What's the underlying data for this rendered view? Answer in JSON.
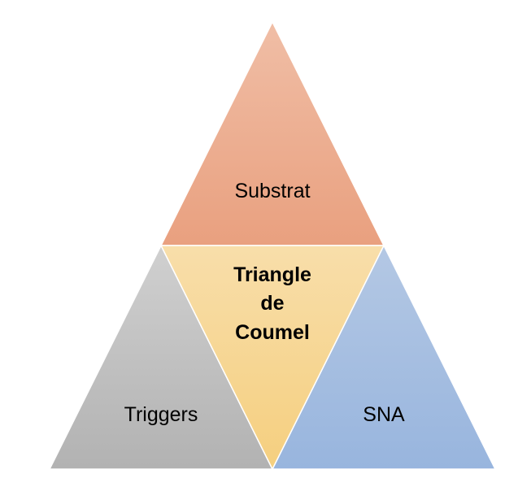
{
  "diagram": {
    "top_label": "Substrat",
    "center_label_lines": [
      "Triangle",
      "de",
      "Coumel"
    ],
    "left_label": "Triggers",
    "right_label": "SNA"
  },
  "colors": {
    "top_fill_light": "#f0bea6",
    "top_fill_dark": "#e9a07f",
    "center_fill_light": "#f8deaa",
    "center_fill_dark": "#f5cf7f",
    "left_fill_light": "#d0d0d0",
    "left_fill_dark": "#b2b2b2",
    "right_fill_light": "#b4c8e4",
    "right_fill_dark": "#98b5de",
    "stroke": "#ffffff"
  }
}
